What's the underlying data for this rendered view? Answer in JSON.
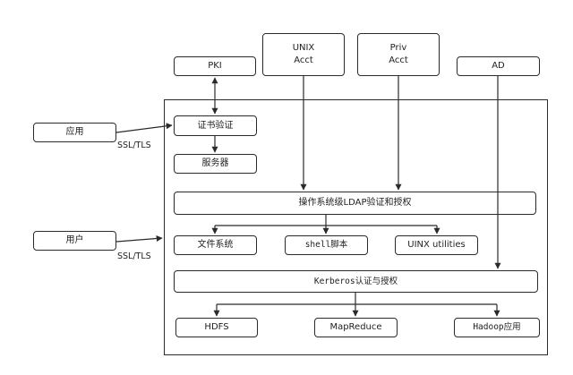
{
  "external": {
    "pki": "PKI",
    "unix_acct": [
      "UNIX",
      "Acct"
    ],
    "priv_acct": [
      "Priv",
      "Acct"
    ],
    "ad": "AD",
    "app": "应用",
    "user": "用户"
  },
  "protocol_labels": {
    "app_link": "SSL/TLS",
    "user_link": "SSL/TLS"
  },
  "system": {
    "cert_verify": "证书验证",
    "server": "服务器",
    "os_ldap": "操作系统级LDAP验证和授权",
    "file_system": "文件系统",
    "shell_script": "shell脚本",
    "uinx_utilities": "UINX utilities",
    "kerberos": "Kerberos认证与授权",
    "hdfs": "HDFS",
    "mapreduce": "MapReduce",
    "hadoop_app": "Hadoop应用"
  }
}
